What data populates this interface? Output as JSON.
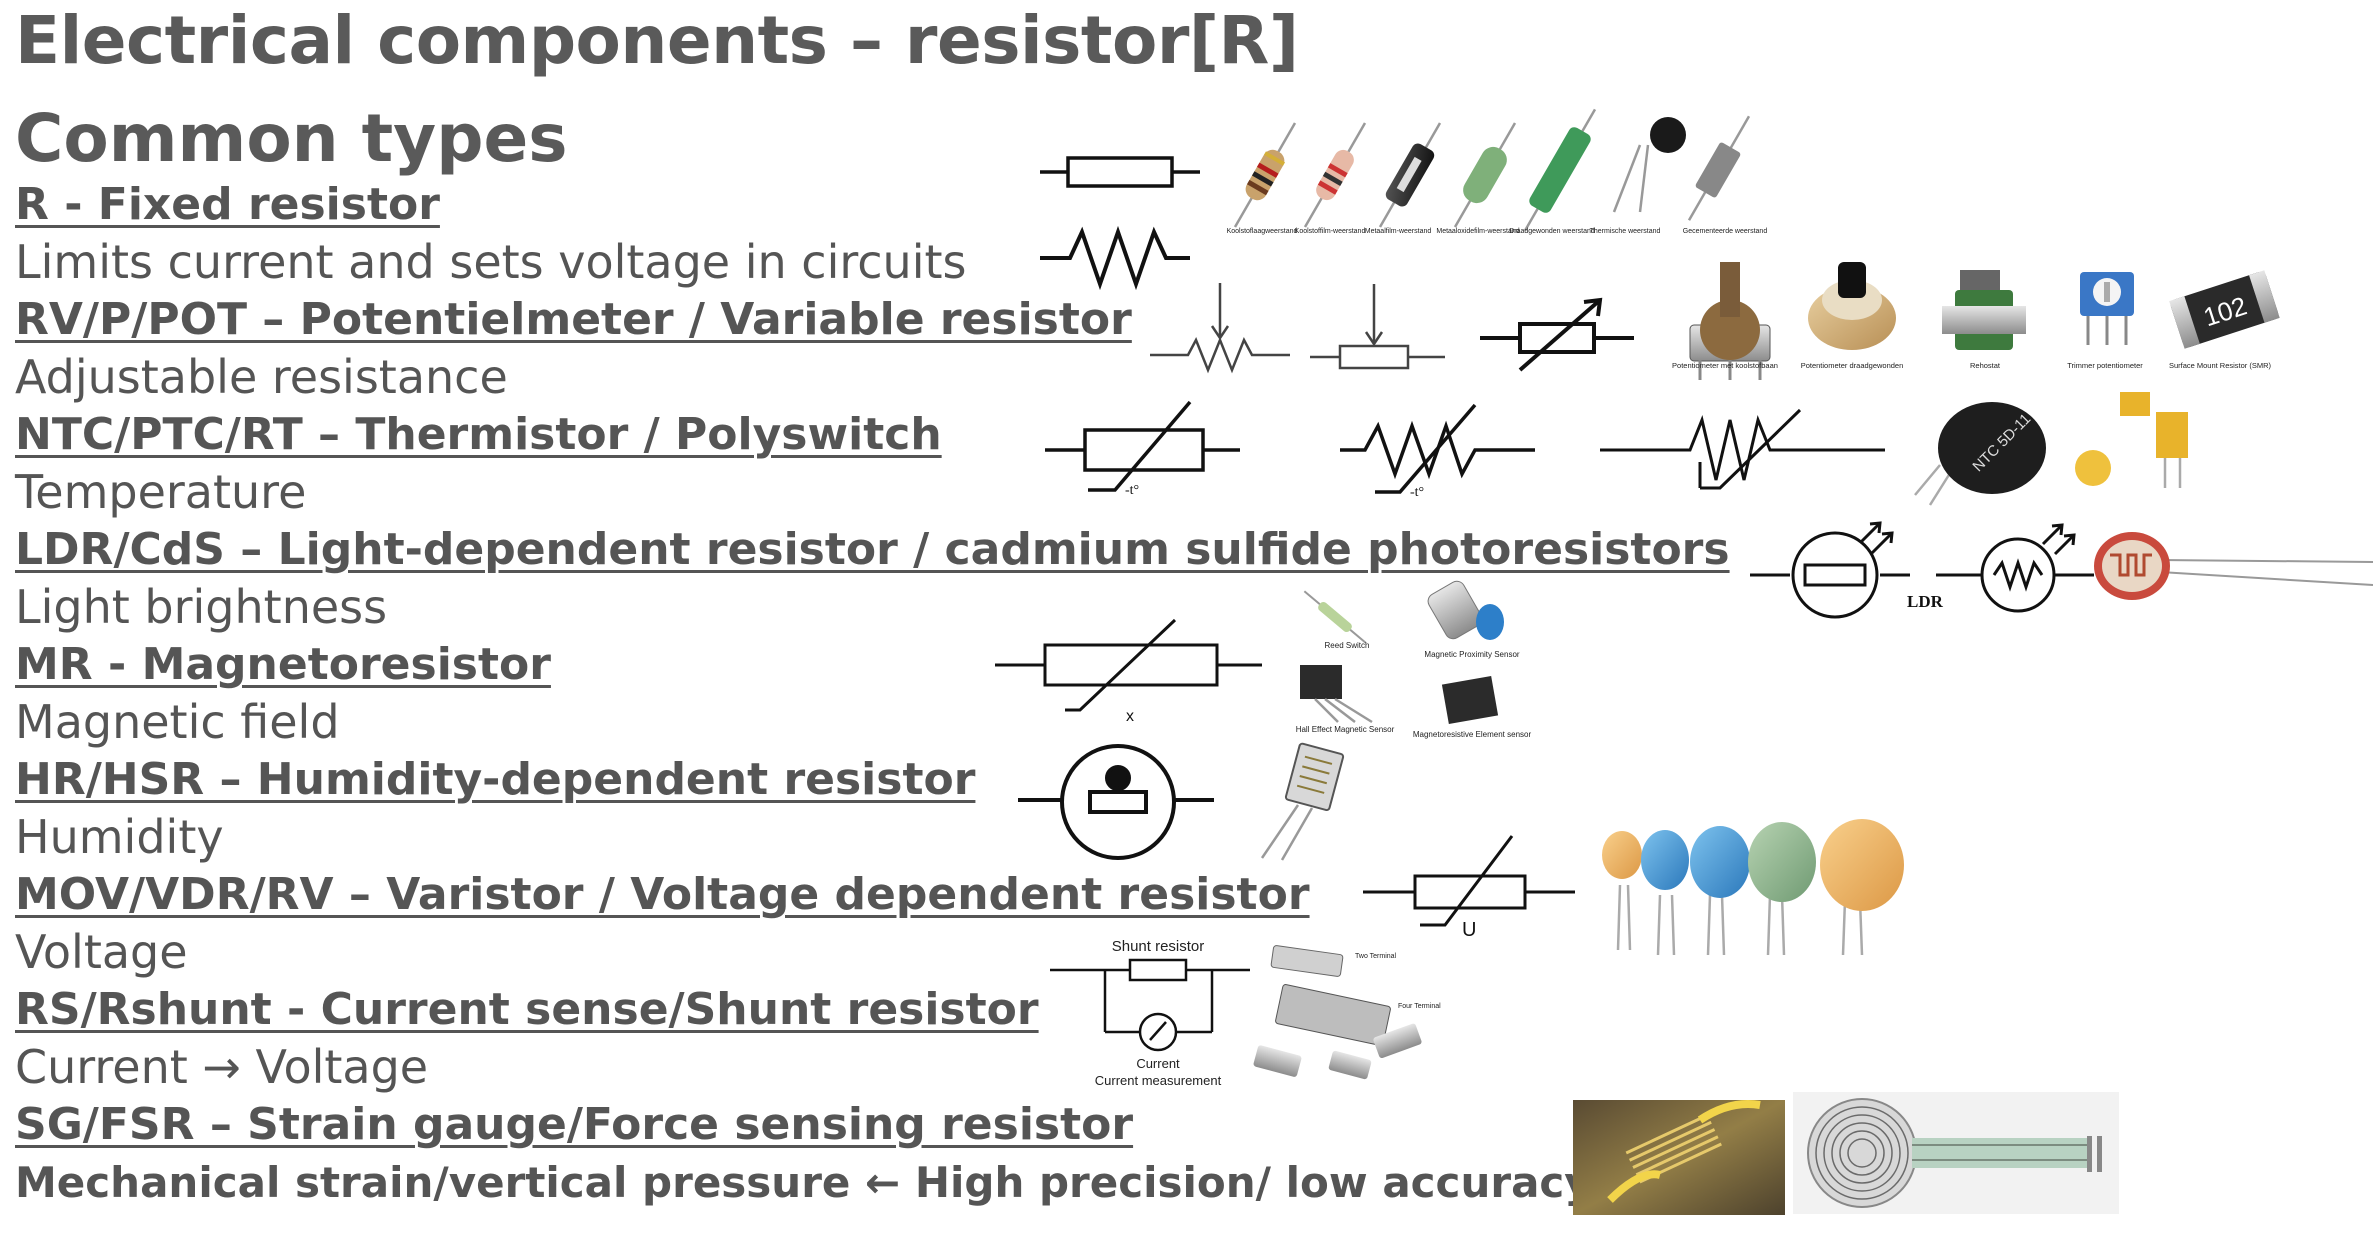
{
  "title": "Electrical components – resistor[R]",
  "subtitle": "Common types",
  "types": [
    {
      "name": "R - Fixed resistor",
      "desc": "Limits current and sets voltage in circuits",
      "desc_bold": false
    },
    {
      "name": "RV/P/POT – Potentielmeter / Variable resistor",
      "desc": "Adjustable resistance",
      "desc_bold": false
    },
    {
      "name": "NTC/PTC/RT – Thermistor / Polyswitch",
      "desc": "Temperature",
      "desc_bold": false
    },
    {
      "name": "LDR/CdS – Light-dependent resistor / cadmium sulfide photoresistors",
      "desc": "Light brightness",
      "desc_bold": false
    },
    {
      "name": "MR - Magnetoresistor",
      "desc": "Magnetic field",
      "desc_bold": false
    },
    {
      "name": "HR/HSR – Humidity-dependent resistor",
      "desc": "Humidity",
      "desc_bold": false
    },
    {
      "name": "MOV/VDR/RV – Varistor / Voltage dependent resistor",
      "desc": "Voltage",
      "desc_bold": false
    },
    {
      "name": "RS/Rshunt - Current sense/Shunt resistor",
      "desc": "Current → Voltage",
      "desc_bold": false
    },
    {
      "name": "SG/FSR – Strain gauge/Force sensing resistor",
      "desc": "Mechanical strain/vertical pressure ← High precision/ low accuracy",
      "desc_bold": true
    }
  ],
  "captions": {
    "fixed": [
      "Koolstoflaagweerstand",
      "Koolstoffilm-weerstand",
      "Metaalfilm-weerstand",
      "Metaaloxidefilm-weerstand",
      "Draadgewonden weerstand",
      "Thermische weerstand",
      "Gecementeerde weerstand"
    ],
    "pot": [
      "Potentiometer met koolstofbaan",
      "Potentiometer draadgewonden",
      "Rehostat",
      "Trimmer potentiometer",
      "Surface Mount Resistor (SMR)"
    ],
    "smd_code": "102",
    "ntc_label": "NTC 5D-11",
    "ldr_label": "LDR",
    "thermistor_label": "-t°",
    "mr_label": "x",
    "mr_photos": [
      "Reed Switch",
      "Magnetic Proximity Sensor",
      "Hall Effect Magnetic Sensor",
      "Magnetoresistive Element sensor"
    ],
    "varistor_label": "U",
    "shunt_title": "Shunt resistor",
    "shunt_meter": "Current measurement",
    "shunt_photos": [
      "Two Terminal",
      "Four Terminal"
    ]
  }
}
